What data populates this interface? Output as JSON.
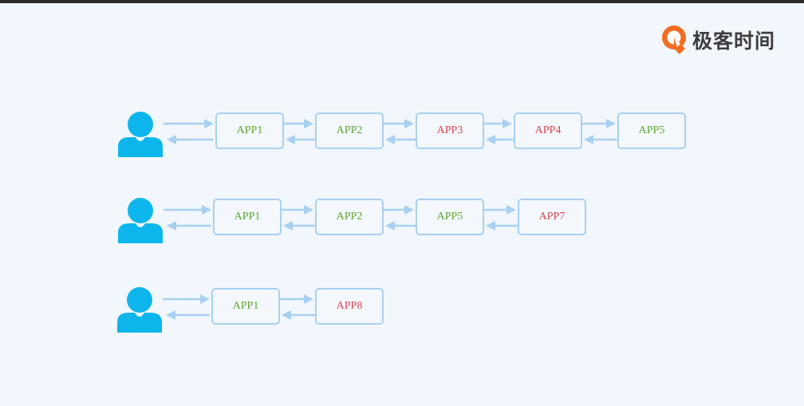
{
  "brand": {
    "logo_text": "极客时间",
    "icon": "geektime-logo-icon",
    "accent": "#f26d21"
  },
  "colors": {
    "success": "#5aa52e",
    "failure": "#d9434b",
    "user": "#0cb6ec",
    "connector": "#a8d0f0"
  },
  "chains": [
    {
      "user_icon": "user-icon",
      "apps": [
        {
          "label": "APP1",
          "status": "ok"
        },
        {
          "label": "APP2",
          "status": "ok"
        },
        {
          "label": "APP3",
          "status": "error"
        },
        {
          "label": "APP4",
          "status": "error"
        },
        {
          "label": "APP5",
          "status": "ok"
        }
      ]
    },
    {
      "user_icon": "user-icon",
      "apps": [
        {
          "label": "APP1",
          "status": "ok"
        },
        {
          "label": "APP2",
          "status": "ok"
        },
        {
          "label": "APP5",
          "status": "ok"
        },
        {
          "label": "APP7",
          "status": "error"
        }
      ]
    },
    {
      "user_icon": "user-icon",
      "apps": [
        {
          "label": "APP1",
          "status": "ok"
        },
        {
          "label": "APP8",
          "status": "error"
        }
      ]
    }
  ]
}
